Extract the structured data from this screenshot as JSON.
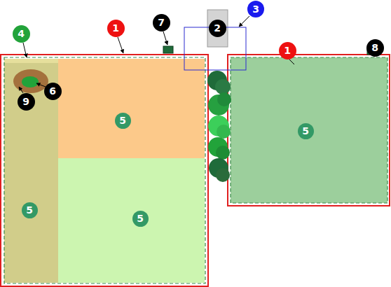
{
  "diagram": {
    "labels": [
      "4",
      "1",
      "7",
      "2",
      "3",
      "1",
      "8",
      "6",
      "9",
      "5",
      "5",
      "5",
      "5"
    ]
  }
}
